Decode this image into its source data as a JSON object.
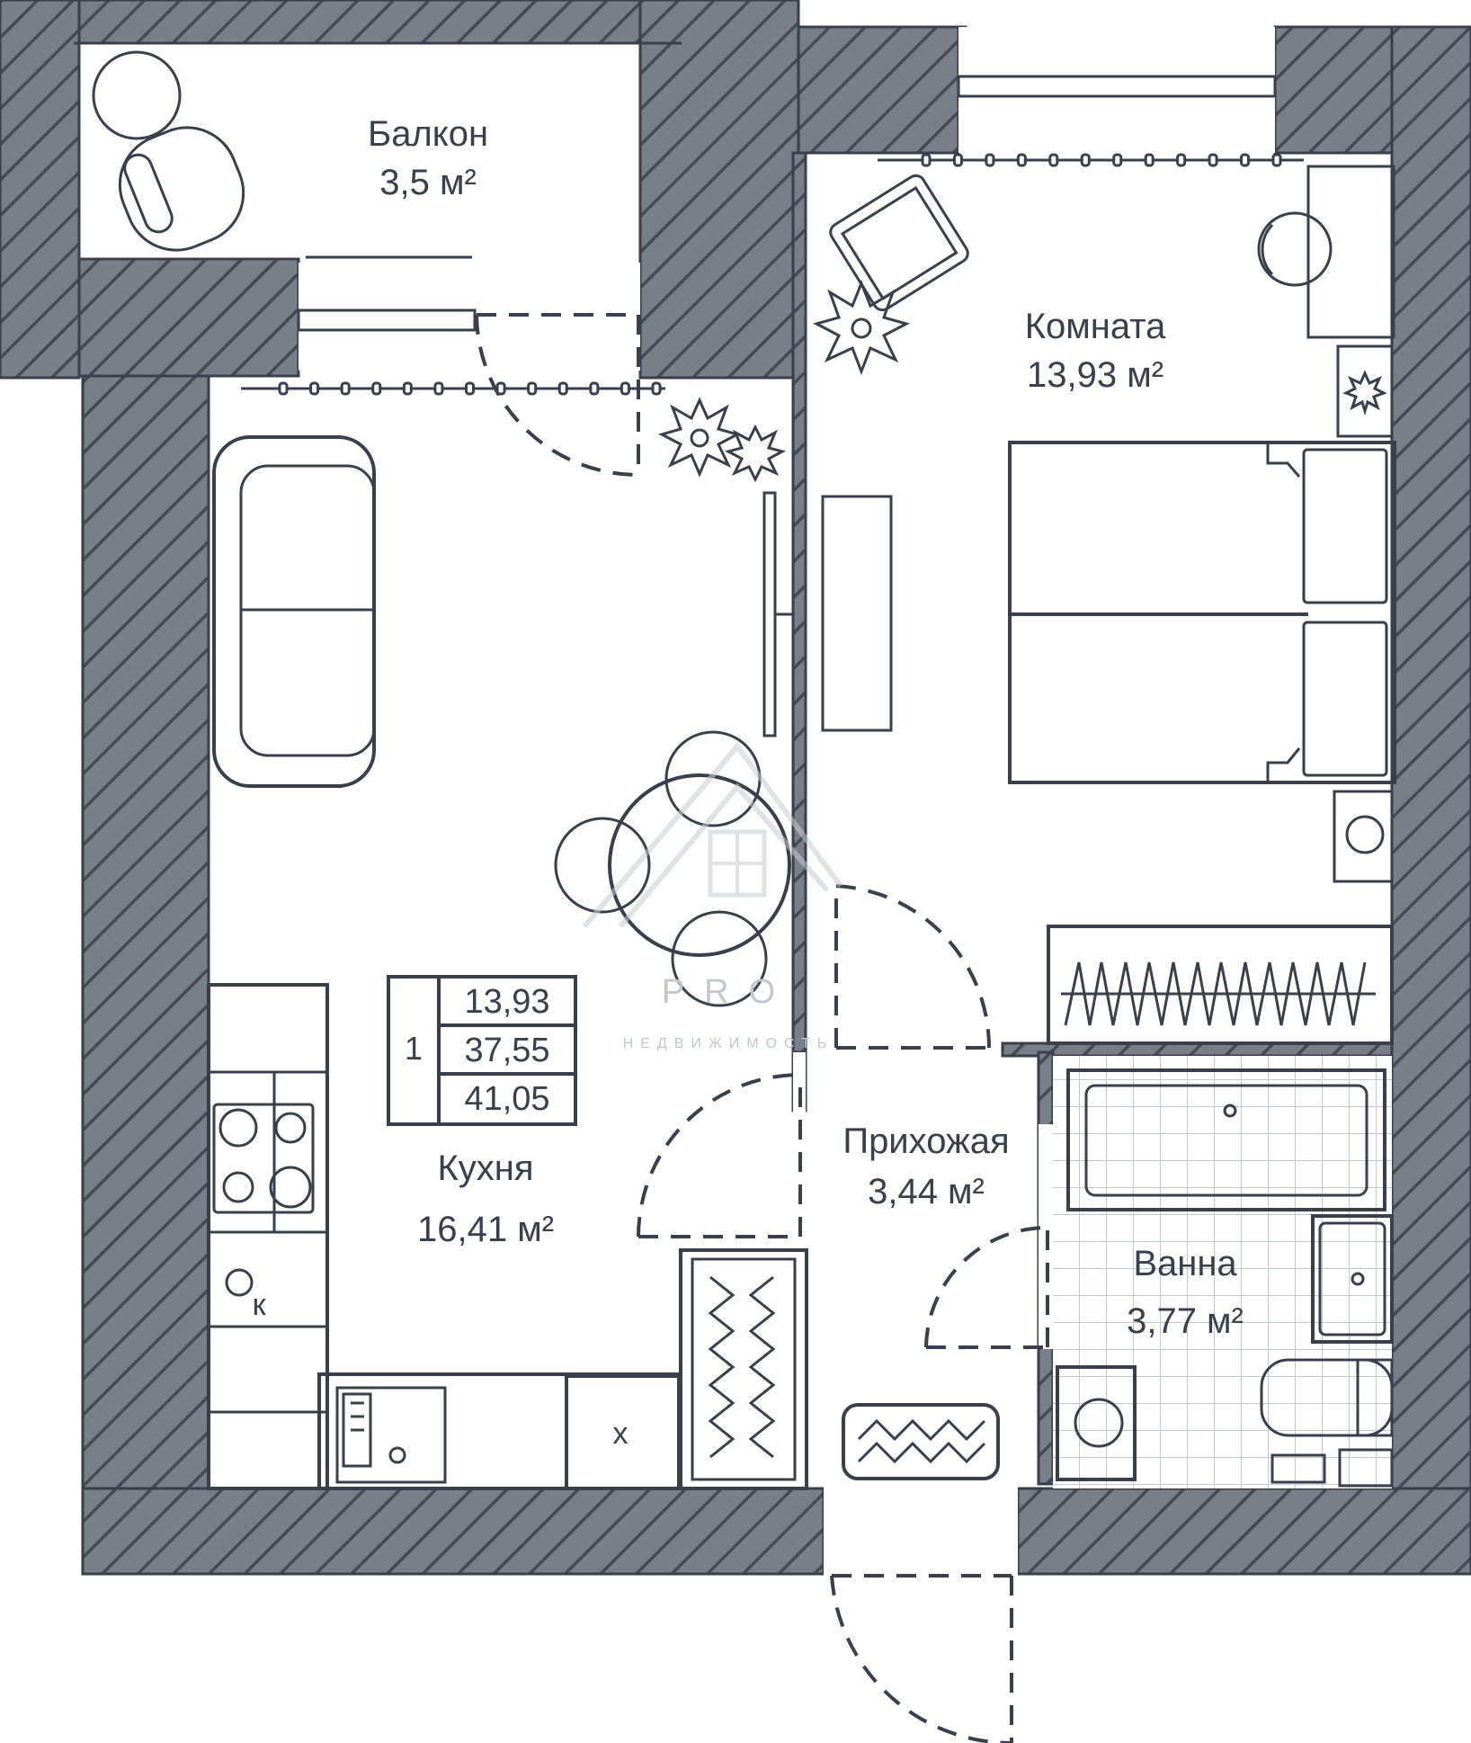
{
  "colors": {
    "wall_fill": "#7a7e89",
    "wall_hatch": "#454a56",
    "line": "#3a3f4b",
    "watermark": "#c9ccd2",
    "background": "#ffffff"
  },
  "rooms": {
    "balcony": {
      "name": "Балкон",
      "area": "3,5 м²"
    },
    "room": {
      "name": "Комната",
      "area": "13,93 м²"
    },
    "kitchen": {
      "name": "Кухня",
      "area": "16,41 м²"
    },
    "hallway": {
      "name": "Прихожая",
      "area": "3,44 м²"
    },
    "bathroom": {
      "name": "Ванна",
      "area": "3,77 м²"
    }
  },
  "summary_table": {
    "rooms_count": "1",
    "living_area": "13,93",
    "total_area": "37,55",
    "total_with_balcony": "41,05"
  },
  "appliance_labels": {
    "boiler": "к",
    "fridge": "х"
  },
  "watermark": {
    "brand": "PRO",
    "subtitle": "НЕДВИЖИМОСТЬ"
  }
}
